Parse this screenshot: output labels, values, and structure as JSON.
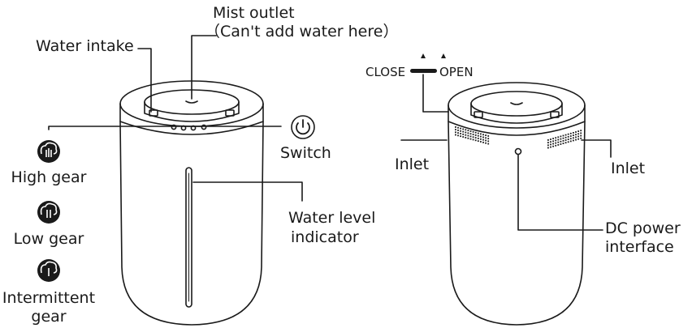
{
  "labels": {
    "mist_outlet": "Mist outlet",
    "cant_add_water": "（Can't add water here）",
    "water_intake": "Water intake",
    "switch": "Switch",
    "high_gear": "High gear",
    "low_gear": "Low gear",
    "intermittent_gear_1": "Intermittent",
    "intermittent_gear_2": "gear",
    "water_level_1": "Water level",
    "water_level_2": "indicator",
    "close": "CLOSE",
    "open": "OPEN",
    "inlet_left": "Inlet",
    "inlet_right": "Inlet",
    "dc_power_1": "DC power",
    "dc_power_2": "interface"
  },
  "colors": {
    "line": "#1a1a1a",
    "icon_fill": "#1a1a1a"
  },
  "icons": [
    "power-icon",
    "high-gear-icon",
    "low-gear-icon",
    "intermittent-gear-icon"
  ]
}
